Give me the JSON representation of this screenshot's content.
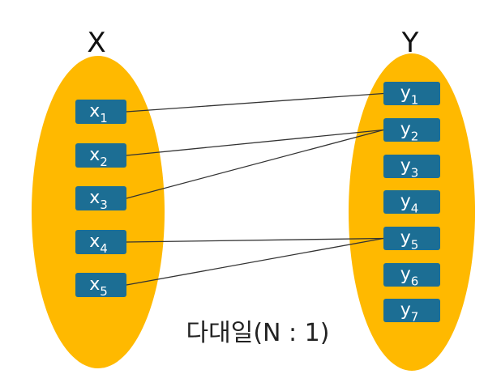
{
  "diagram": {
    "left_set": {
      "title": "X",
      "elements": [
        {
          "base": "x",
          "sub": "1"
        },
        {
          "base": "x",
          "sub": "2"
        },
        {
          "base": "x",
          "sub": "3"
        },
        {
          "base": "x",
          "sub": "4"
        },
        {
          "base": "x",
          "sub": "5"
        }
      ]
    },
    "right_set": {
      "title": "Y",
      "elements": [
        {
          "base": "y",
          "sub": "1"
        },
        {
          "base": "y",
          "sub": "2"
        },
        {
          "base": "y",
          "sub": "3"
        },
        {
          "base": "y",
          "sub": "4"
        },
        {
          "base": "y",
          "sub": "5"
        },
        {
          "base": "y",
          "sub": "6"
        },
        {
          "base": "y",
          "sub": "7"
        }
      ]
    },
    "mappings": [
      {
        "from": "x1",
        "to": "y1"
      },
      {
        "from": "x2",
        "to": "y2"
      },
      {
        "from": "x3",
        "to": "y2"
      },
      {
        "from": "x4",
        "to": "y5"
      },
      {
        "from": "x5",
        "to": "y5"
      }
    ],
    "caption": "다대일(N : 1)",
    "colors": {
      "ellipse_fill": "#FFB900",
      "box_fill": "#1C6E94",
      "box_text": "#FFFFFF",
      "line": "#333333",
      "title_text": "#111111"
    }
  }
}
